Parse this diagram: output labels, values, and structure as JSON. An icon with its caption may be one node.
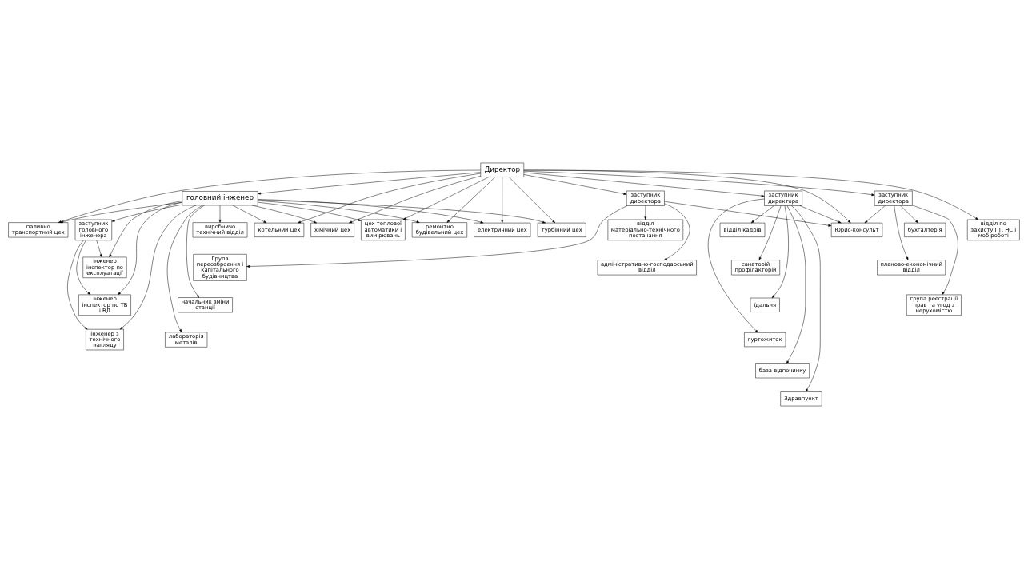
{
  "diagram": {
    "nodes": [
      {
        "text": [
          "Директор"
        ]
      },
      {
        "text": [
          "головний інженер"
        ]
      },
      {
        "text": [
          "заступник головного інженера"
        ]
      },
      {
        "text": [
          "заступник директора"
        ]
      },
      {
        "text": [
          "заступник директора"
        ]
      },
      {
        "text": [
          "заступник директора"
        ]
      },
      {
        "text": [
          "Юрис-консульт"
        ]
      },
      {
        "text": [
          "відділ по захисту ГТ, НС і моб роботі"
        ]
      },
      {
        "text": [
          "інженер інспектор по експлуатації"
        ]
      },
      {
        "text": [
          "інженер інспектор по ТБ і ВД"
        ]
      },
      {
        "text": [
          "інженер з технічного нагляду"
        ]
      },
      {
        "text": [
          "виробничо технічний відділ"
        ]
      },
      {
        "text": [
          "Група переозброєння і капітального будівництва"
        ]
      },
      {
        "text": [
          "начальник зміни станції"
        ]
      },
      {
        "text": [
          "лабораторія металів"
        ]
      },
      {
        "text": [
          "відділ матеріально-технічного постачання"
        ]
      },
      {
        "text": [
          "адміністративно-господарський відділ"
        ]
      },
      {
        "text": [
          "відділ кадрів"
        ]
      },
      {
        "text": [
          "санаторій профілакторій"
        ]
      },
      {
        "text": [
          "їдальня"
        ]
      },
      {
        "text": [
          "гуртожиток"
        ]
      },
      {
        "text": [
          "база відпочинку"
        ]
      },
      {
        "text": [
          "Здравпункт"
        ]
      },
      {
        "text": [
          "бухгалтерія"
        ]
      },
      {
        "text": [
          "планово-економічний відділ"
        ]
      },
      {
        "text": [
          "група реєстрації прав та угод з нерухомістю"
        ]
      },
      {
        "text": [
          "паливно транспортний цех"
        ]
      },
      {
        "text": [
          "котельний цех"
        ]
      },
      {
        "text": [
          "хімічний цех"
        ]
      },
      {
        "text": [
          "цех теплової автоматики і вимірювань"
        ]
      },
      {
        "text": [
          "ремонтно будівельний цех"
        ]
      },
      {
        "text": [
          "електричний цех"
        ]
      },
      {
        "text": [
          "турбінний цех"
        ]
      }
    ],
    "edges": [
      {
        "from": 0,
        "to": 1,
        "arrow": "to"
      },
      {
        "from": 0,
        "to": 3,
        "arrow": "to"
      },
      {
        "from": 0,
        "to": 4,
        "arrow": "to"
      },
      {
        "from": 0,
        "to": 5,
        "arrow": "to"
      },
      {
        "from": 0,
        "to": 6,
        "arrow": "to"
      },
      {
        "from": 0,
        "to": 7,
        "arrow": "to"
      },
      {
        "from": 3,
        "to": 6,
        "arrow": "to"
      },
      {
        "from": 4,
        "to": 6,
        "arrow": "to"
      },
      {
        "from": 5,
        "to": 6,
        "arrow": "to"
      },
      {
        "from": 1,
        "to": 2,
        "arrow": "to"
      },
      {
        "from": 1,
        "to": 8,
        "arrow": "to"
      },
      {
        "from": 1,
        "to": 9,
        "arrow": "to"
      },
      {
        "from": 1,
        "to": 10,
        "arrow": "to"
      },
      {
        "from": 2,
        "to": 8,
        "arrow": "to"
      },
      {
        "from": 2,
        "to": 9,
        "arrow": "to"
      },
      {
        "from": 2,
        "to": 10,
        "arrow": "to"
      },
      {
        "from": 1,
        "to": 11,
        "arrow": "to"
      },
      {
        "from": 1,
        "to": 13,
        "arrow": "to"
      },
      {
        "from": 1,
        "to": 14,
        "arrow": "to"
      },
      {
        "from": 3,
        "to": 12,
        "arrow": "to"
      },
      {
        "from": 3,
        "to": 15,
        "arrow": "to"
      },
      {
        "from": 3,
        "to": 16,
        "arrow": "to"
      },
      {
        "from": 4,
        "to": 17,
        "arrow": "to"
      },
      {
        "from": 4,
        "to": 18,
        "arrow": "to"
      },
      {
        "from": 4,
        "to": 19,
        "arrow": "to"
      },
      {
        "from": 4,
        "to": 20,
        "arrow": "to"
      },
      {
        "from": 4,
        "to": 21,
        "arrow": "to"
      },
      {
        "from": 4,
        "to": 22,
        "arrow": "to"
      },
      {
        "from": 5,
        "to": 23,
        "arrow": "to"
      },
      {
        "from": 5,
        "to": 24,
        "arrow": "to"
      },
      {
        "from": 5,
        "to": 25,
        "arrow": "to"
      },
      {
        "from": 1,
        "to": 26,
        "arrow": "to"
      },
      {
        "from": 1,
        "to": 27,
        "arrow": "to"
      },
      {
        "from": 1,
        "to": 28,
        "arrow": "to"
      },
      {
        "from": 1,
        "to": 29,
        "arrow": "to"
      },
      {
        "from": 1,
        "to": 30,
        "arrow": "to"
      },
      {
        "from": 1,
        "to": 31,
        "arrow": "to"
      },
      {
        "from": 1,
        "to": 32,
        "arrow": "to"
      },
      {
        "from": 0,
        "to": 26,
        "arrow": "to"
      },
      {
        "from": 0,
        "to": 27,
        "arrow": "to"
      },
      {
        "from": 0,
        "to": 28,
        "arrow": "to"
      },
      {
        "from": 0,
        "to": 29,
        "arrow": "to"
      },
      {
        "from": 0,
        "to": 30,
        "arrow": "to"
      },
      {
        "from": 0,
        "to": 31,
        "arrow": "to"
      },
      {
        "from": 0,
        "to": 32,
        "arrow": "to"
      }
    ]
  }
}
